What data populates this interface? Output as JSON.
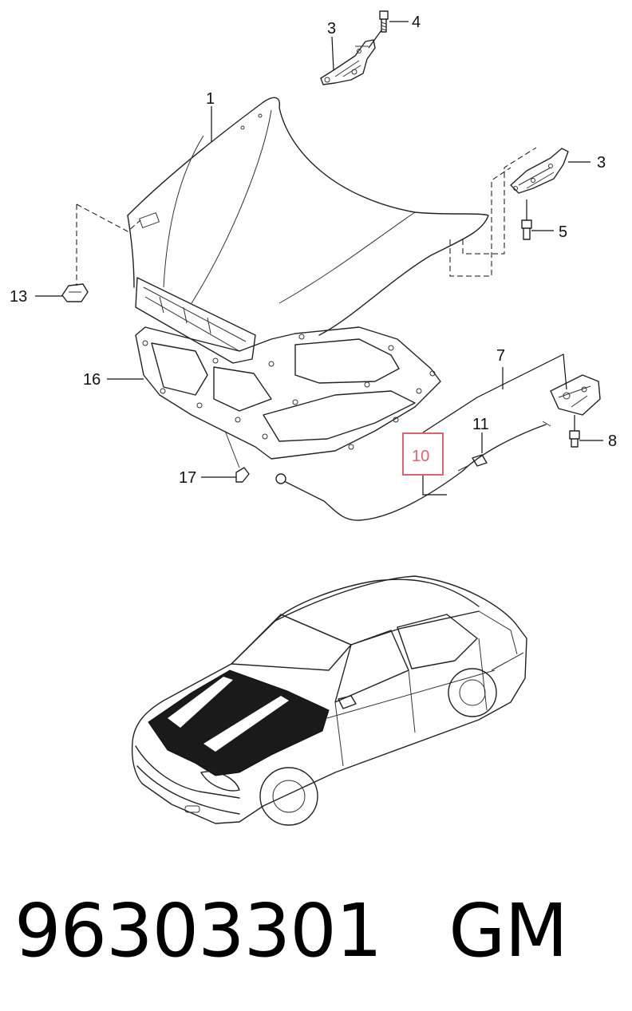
{
  "callouts": {
    "c1": "1",
    "c3a": "3",
    "c3b": "3",
    "c4": "4",
    "c5": "5",
    "c7": "7",
    "c8": "8",
    "c10": "10",
    "c11": "11",
    "c13": "13",
    "c16": "16",
    "c17": "17"
  },
  "highlighted_callout": "10",
  "highlight_color": "#e0626e",
  "caption": {
    "part_number": "96303301",
    "brand": "GM"
  }
}
